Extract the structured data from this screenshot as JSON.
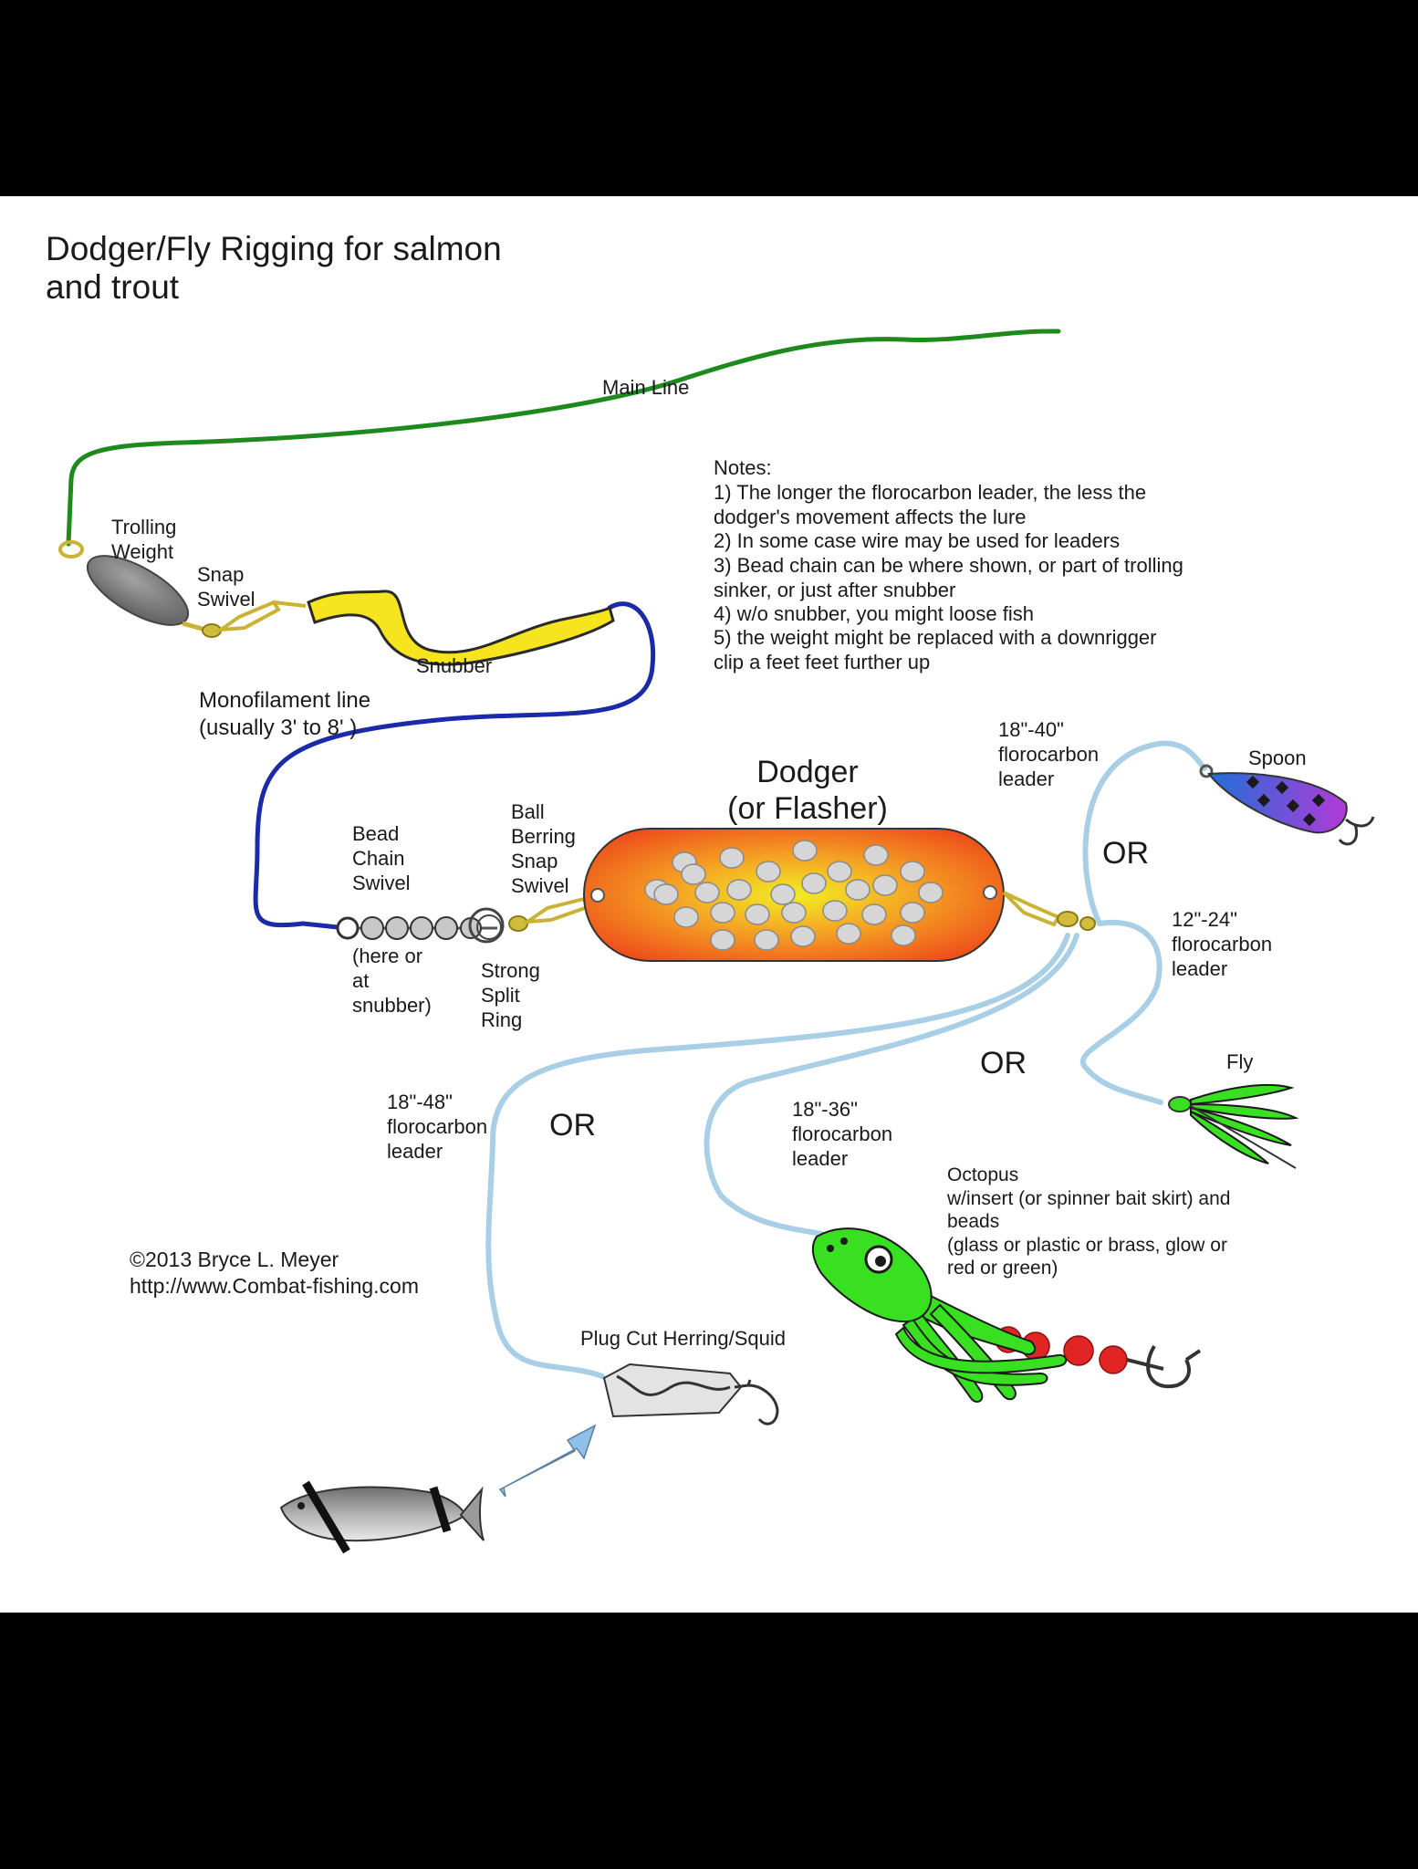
{
  "title": "Dodger/Fly Rigging for salmon\nand trout",
  "labels": {
    "main_line": "Main Line",
    "trolling_weight": "Trolling\nWeight",
    "snap_swivel": "Snap\nSwivel",
    "snubber": "Snubber",
    "monofilament": "Monofilament line\n(usually 3' to 8' )",
    "bead_chain_swivel": "Bead\nChain\nSwivel",
    "bead_note": "(here or\nat\nsnubber)",
    "ball_bearing": "Ball\nBerring\nSnap\nSwivel",
    "split_ring": "Strong\nSplit\nRing",
    "dodger": "Dodger\n(or Flasher)",
    "leader_spoon": "18\"-40\"\nflorocarbon\nleader",
    "spoon": "Spoon",
    "leader_fly": "12\"-24\"\nflorocarbon\nleader",
    "fly": "Fly",
    "leader_octopus": "18\"-36\"\nflorocarbon\nleader",
    "octopus": "Octopus\n w/insert  (or spinner bait skirt) and\nbeads\n(glass or plastic or brass, glow or\nred or green)",
    "leader_plug": "18\"-48\"\nflorocarbon\nleader",
    "plug": "Plug Cut Herring/Squid",
    "or_1": "OR",
    "or_2": "OR",
    "or_3": "OR",
    "copyright": "©2013 Bryce L. Meyer\nhttp://www.Combat-fishing.com"
  },
  "notes": {
    "heading": "Notes:",
    "items": [
      "1) The longer the florocarbon leader, the less the\ndodger's movement affects the lure",
      "2) In some case wire may be used for leaders",
      "3) Bead chain can be where shown, or part of trolling\nsinker, or just after snubber",
      "4) w/o snubber, you might loose fish",
      "5) the weight might be replaced with a downrigger\nclip a feet feet further up"
    ]
  },
  "colors": {
    "main_line": "#1e8a1e",
    "monofilament": "#1a2aa8",
    "leader": "#a9cfe6",
    "snubber": "#f5e41e",
    "weight": "#7d7d7d",
    "brass": "#c9b236",
    "octopus": "#39e021",
    "beads": "#e12525",
    "spoon_a": "#1f6fd8",
    "spoon_b": "#b23ad8",
    "arrow": "#8fc0e8",
    "dodger_center": "#f2ee22",
    "dodger_edge": "#ee4a1a"
  },
  "icons": [
    "trolling-weight-icon",
    "snap-swivel-icon",
    "snubber-icon",
    "bead-chain-icon",
    "split-ring-icon",
    "dodger-icon",
    "spoon-icon",
    "fly-icon",
    "octopus-icon",
    "plug-cut-herring-icon",
    "herring-fish-icon",
    "arrow-icon"
  ]
}
